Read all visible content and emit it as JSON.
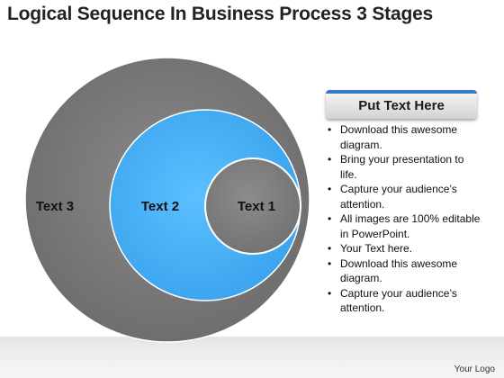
{
  "title": "Logical Sequence In Business Process 3 Stages",
  "diagram": {
    "circles": [
      {
        "label": "Text 3",
        "color": "#7f7f7f"
      },
      {
        "label": "Text 2",
        "color": "#4db0f5"
      },
      {
        "label": "Text 1",
        "color": "#808080"
      }
    ]
  },
  "panel": {
    "header": "Put Text Here",
    "bullets": [
      "Download this awesome diagram.",
      "Bring your presentation to life.",
      "Capture your audience’s attention.",
      "All images are 100% editable in PowerPoint.",
      "Your Text here.",
      "Download this awesome diagram.",
      "Capture your audience’s attention."
    ]
  },
  "footer": {
    "logo": "Your Logo"
  },
  "colors": {
    "accent_blue": "#3a78c9"
  }
}
